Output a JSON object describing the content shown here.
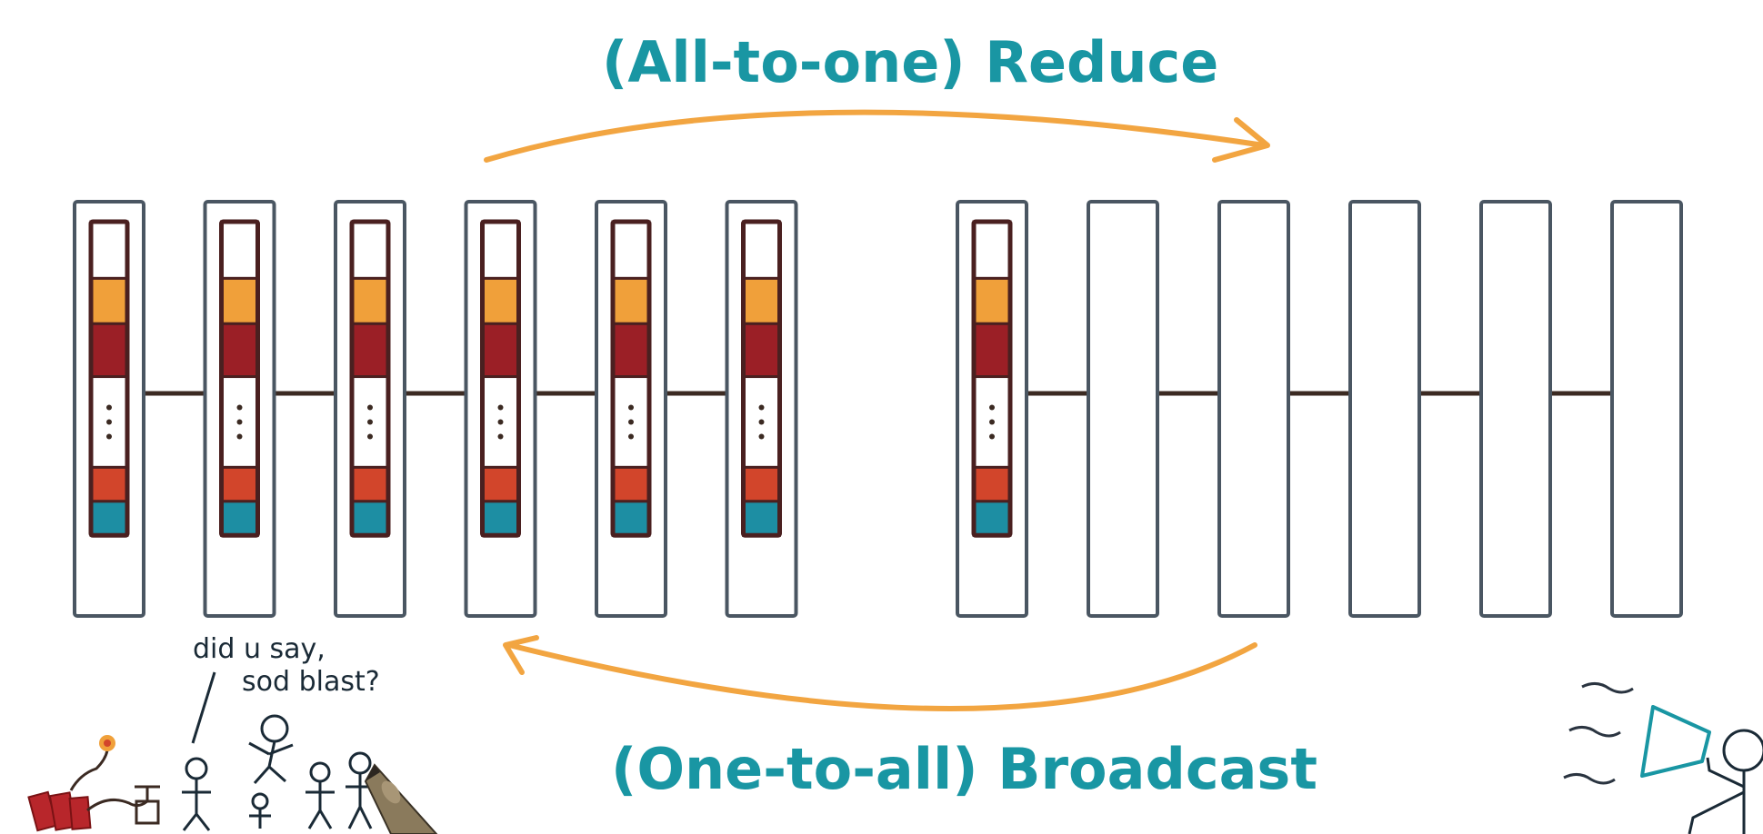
{
  "diagram": {
    "top_label": "(All-to-one) Reduce",
    "bottom_label": "(One-to-all) Broadcast",
    "speech_note_line1": "did u say,",
    "speech_note_line2": "sod blast?",
    "left_group": {
      "node_count": 6,
      "all_filled": true
    },
    "right_group": {
      "node_count": 6,
      "filled_index": 0
    },
    "segments": [
      "white",
      "orange",
      "darkred",
      "white-dots",
      "red",
      "teal"
    ],
    "colors": {
      "label": "#1996a3",
      "arrow": "#f2a541",
      "frame": "#4a5662",
      "outline": "#4a2020",
      "link": "#3b2a22",
      "orange": "#f0a03a",
      "darkred": "#9b1f26",
      "red": "#d2452b",
      "teal": "#1d8ea3"
    },
    "icons": [
      "dynamite-icon",
      "plunger-icon",
      "stick-figure-icon",
      "megaphone-icon",
      "pen-icon"
    ]
  }
}
